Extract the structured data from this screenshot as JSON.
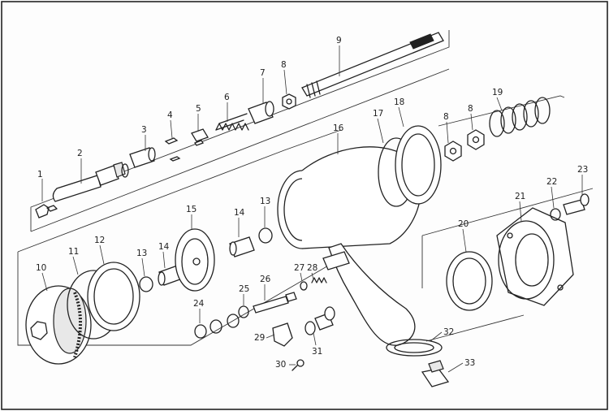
{
  "colors": {
    "line": "#222222",
    "paper": "#fdfdfd",
    "shade": "#e8e8e8"
  },
  "callouts": [
    {
      "id": "1",
      "label": "1"
    },
    {
      "id": "2",
      "label": "2"
    },
    {
      "id": "3",
      "label": "3"
    },
    {
      "id": "4",
      "label": "4"
    },
    {
      "id": "5",
      "label": "5"
    },
    {
      "id": "6",
      "label": "6"
    },
    {
      "id": "7",
      "label": "7"
    },
    {
      "id": "8a",
      "label": "8"
    },
    {
      "id": "9",
      "label": "9"
    },
    {
      "id": "10",
      "label": "10"
    },
    {
      "id": "11",
      "label": "11"
    },
    {
      "id": "12",
      "label": "12"
    },
    {
      "id": "13a",
      "label": "13"
    },
    {
      "id": "14a",
      "label": "14"
    },
    {
      "id": "15",
      "label": "15"
    },
    {
      "id": "14b",
      "label": "14"
    },
    {
      "id": "13b",
      "label": "13"
    },
    {
      "id": "16",
      "label": "16"
    },
    {
      "id": "17",
      "label": "17"
    },
    {
      "id": "18",
      "label": "18"
    },
    {
      "id": "8b",
      "label": "8"
    },
    {
      "id": "8c",
      "label": "8"
    },
    {
      "id": "19",
      "label": "19"
    },
    {
      "id": "20",
      "label": "20"
    },
    {
      "id": "21",
      "label": "21"
    },
    {
      "id": "22",
      "label": "22"
    },
    {
      "id": "23",
      "label": "23"
    },
    {
      "id": "24",
      "label": "24"
    },
    {
      "id": "25",
      "label": "25"
    },
    {
      "id": "26",
      "label": "26"
    },
    {
      "id": "27",
      "label": "27"
    },
    {
      "id": "28",
      "label": "28"
    },
    {
      "id": "29",
      "label": "29"
    },
    {
      "id": "30",
      "label": "30"
    },
    {
      "id": "31",
      "label": "31"
    },
    {
      "id": "32",
      "label": "32"
    },
    {
      "id": "33",
      "label": "33"
    }
  ]
}
